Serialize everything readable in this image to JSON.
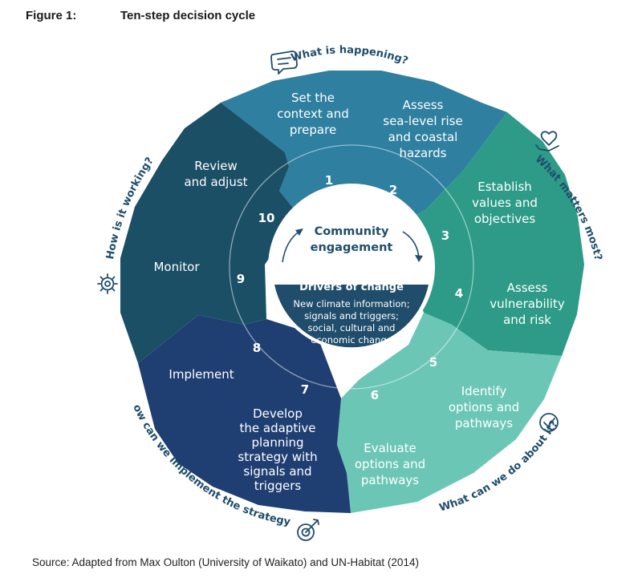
{
  "header": {
    "figure_label": "Figure 1:",
    "title": "Ten-step decision cycle"
  },
  "source": "Source: Adapted from Max Oulton (University of Waikato) and UN-Habitat (2014)",
  "questions": {
    "what_is_happening": "What is happening?",
    "what_matters_most": "What matters most?",
    "what_can_we_do": "What can we do about it?",
    "how_implement": "How can we implement the strategy?",
    "how_working": "How is it working?"
  },
  "steps": [
    {
      "num": "1",
      "lines": [
        "Set the",
        "context and",
        "prepare"
      ]
    },
    {
      "num": "2",
      "lines": [
        "Assess",
        "sea-level rise",
        "and coastal",
        "hazards"
      ]
    },
    {
      "num": "3",
      "lines": [
        "Establish",
        "values and",
        "objectives"
      ]
    },
    {
      "num": "4",
      "lines": [
        "Assess",
        "vulnerability",
        "and risk"
      ]
    },
    {
      "num": "5",
      "lines": [
        "Identify",
        "options and",
        "pathways"
      ]
    },
    {
      "num": "6",
      "lines": [
        "Evaluate",
        "options and",
        "pathways"
      ]
    },
    {
      "num": "7",
      "lines": [
        "Develop",
        "the adaptive",
        "planning",
        "strategy with",
        "signals and",
        "triggers"
      ]
    },
    {
      "num": "8",
      "lines": [
        "Implement"
      ]
    },
    {
      "num": "9",
      "lines": [
        "Monitor"
      ]
    },
    {
      "num": "10",
      "lines": [
        "Review",
        "and adjust"
      ]
    }
  ],
  "center": {
    "title_lines": [
      "Community",
      "engagement"
    ],
    "drivers_title": "Drivers of change",
    "drivers_lines": [
      "New climate information;",
      "signals and triggers;",
      "social, cultural and",
      "economic change"
    ]
  },
  "colors": {
    "blue": "#2e7fa0",
    "teal": "#2d9b87",
    "light_teal": "#6cc6b6",
    "navy": "#1f3f73",
    "dark_teal": "#1b4f66",
    "center_box": "#1f4d6b"
  },
  "icons": [
    "speech-bubble-icon",
    "heart-hand-icon",
    "check-badge-icon",
    "target-icon",
    "gear-icon"
  ]
}
